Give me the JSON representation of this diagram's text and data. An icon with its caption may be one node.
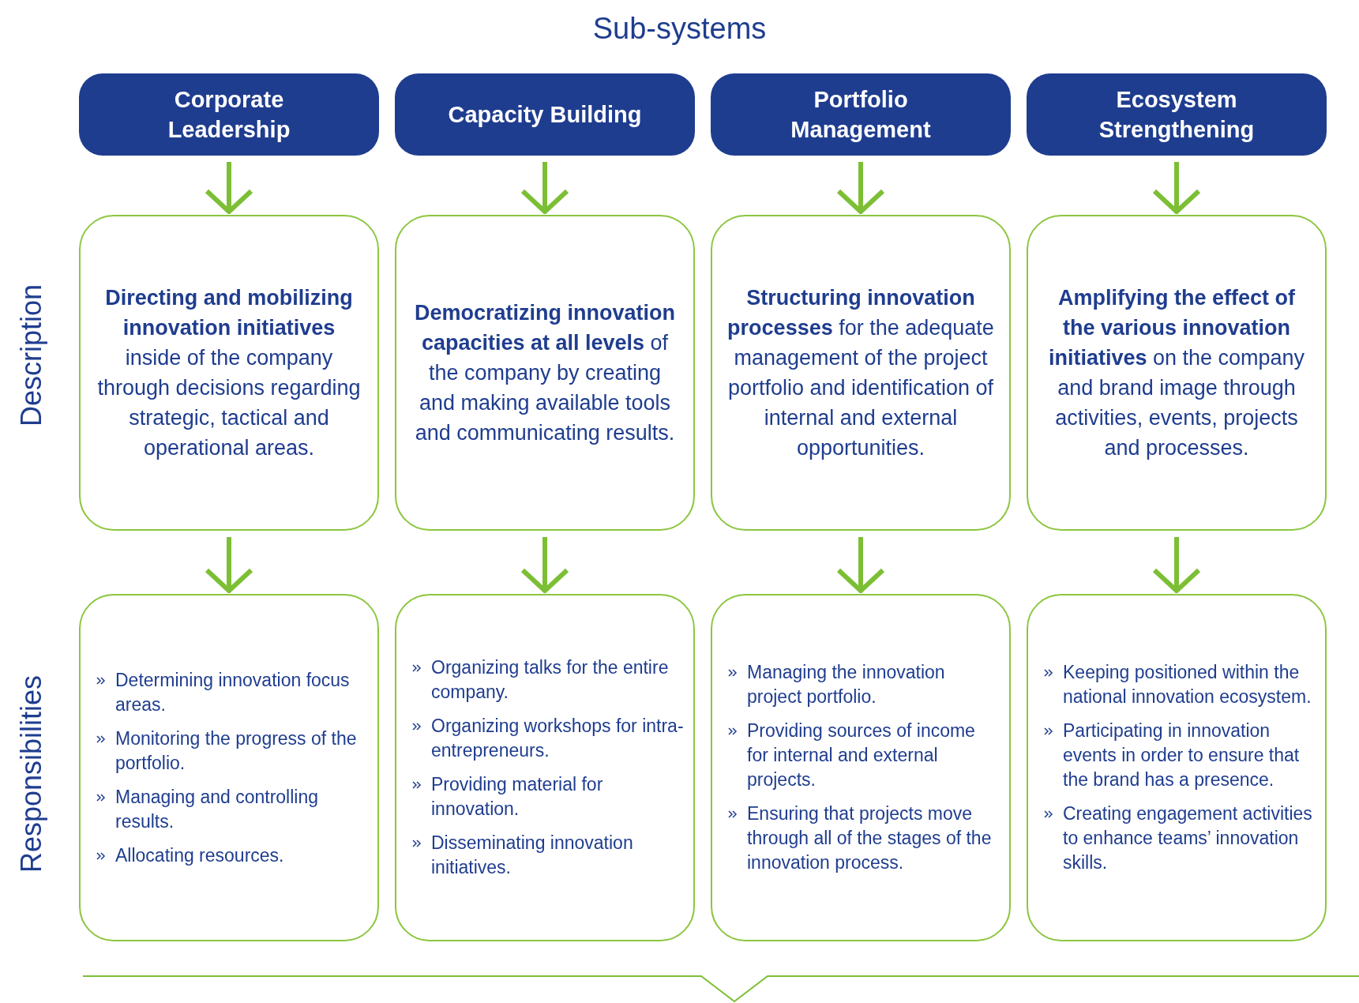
{
  "diagram": {
    "title": "Sub-systems",
    "nodes": [
      {
        "text": [
          "Corporate Leadership"
        ]
      },
      {
        "text": [
          "Capacity Building"
        ]
      },
      {
        "text": [
          "Portfolio Management"
        ]
      },
      {
        "text": [
          "Ecosystem Strengthening"
        ]
      },
      {
        "text": [
          "**Directing and mobilizing innovation initiatives** inside of the company through decisions regarding strategic, tactical and operational areas."
        ]
      },
      {
        "text": [
          "**Democratizing innovation capacities at all levels** of the company by creating and making available tools and communicating results."
        ]
      },
      {
        "text": [
          "**Structuring innovation processes** for the adequate management of the project portfolio and identification of internal and external opportunities."
        ]
      },
      {
        "text": [
          "**Amplifying the effect of the various innovation initiatives** on the company and brand image through activities, events, projects and processes."
        ]
      },
      {
        "text": [
          "Determining innovation focus areas.",
          "Monitoring the progress of the portfolio.",
          "Managing and controlling results.",
          "Allocating resources."
        ]
      },
      {
        "text": [
          "Organizing talks for the entire company.",
          "Organizing workshops for intra-entrepreneurs.",
          "Providing material for innovation.",
          "Disseminating innovation initiatives."
        ]
      },
      {
        "text": [
          "Managing the innovation project portfolio.",
          "Providing sources of income for internal and external projects.",
          "Ensuring that projects move through all of the stages of the innovation process."
        ]
      },
      {
        "text": [
          "Keeping positioned within the national innovation ecosystem.",
          "Participating in innovation events in order to ensure that the brand has a presence.",
          "Creating engagement activities to enhance teams’ innovation skills."
        ]
      }
    ],
    "edges": [
      {
        "from": 0,
        "to": 4,
        "arrow": "to"
      },
      {
        "from": 1,
        "to": 5,
        "arrow": "to"
      },
      {
        "from": 2,
        "to": 6,
        "arrow": "to"
      },
      {
        "from": 3,
        "to": 7,
        "arrow": "to"
      },
      {
        "from": 4,
        "to": 8,
        "arrow": "to"
      },
      {
        "from": 5,
        "to": 9,
        "arrow": "to"
      },
      {
        "from": 6,
        "to": 10,
        "arrow": "to"
      },
      {
        "from": 7,
        "to": 11,
        "arrow": "to"
      }
    ],
    "labels": [
      "Description",
      "Responsibilities"
    ]
  }
}
